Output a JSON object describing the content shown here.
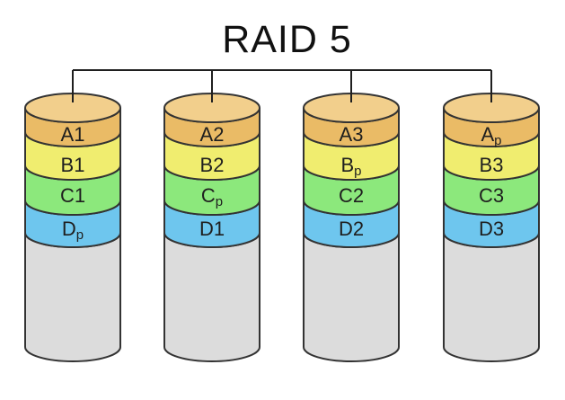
{
  "title": "RAID 5",
  "colors": {
    "background": "#FFFFFF",
    "cap": "#F2CF8C",
    "stripe_a": "#EABB66",
    "stripe_b": "#F0ED6F",
    "stripe_c": "#8CE87C",
    "stripe_d": "#6EC6EE",
    "body": "#DCDCDC",
    "outline": "#333333",
    "connector": "#1F1F1F",
    "label_text": "#1F1F1F"
  },
  "disks": [
    {
      "name": "disk-1",
      "stripes": [
        {
          "text": "A1",
          "sub": ""
        },
        {
          "text": "B1",
          "sub": ""
        },
        {
          "text": "C1",
          "sub": ""
        },
        {
          "text": "D",
          "sub": "p"
        }
      ]
    },
    {
      "name": "disk-2",
      "stripes": [
        {
          "text": "A2",
          "sub": ""
        },
        {
          "text": "B2",
          "sub": ""
        },
        {
          "text": "C",
          "sub": "p"
        },
        {
          "text": "D1",
          "sub": ""
        }
      ]
    },
    {
      "name": "disk-3",
      "stripes": [
        {
          "text": "A3",
          "sub": ""
        },
        {
          "text": "B",
          "sub": "p"
        },
        {
          "text": "C2",
          "sub": ""
        },
        {
          "text": "D2",
          "sub": ""
        }
      ]
    },
    {
      "name": "disk-4",
      "stripes": [
        {
          "text": "A",
          "sub": "p"
        },
        {
          "text": "B3",
          "sub": ""
        },
        {
          "text": "C3",
          "sub": ""
        },
        {
          "text": "D3",
          "sub": ""
        }
      ]
    }
  ]
}
